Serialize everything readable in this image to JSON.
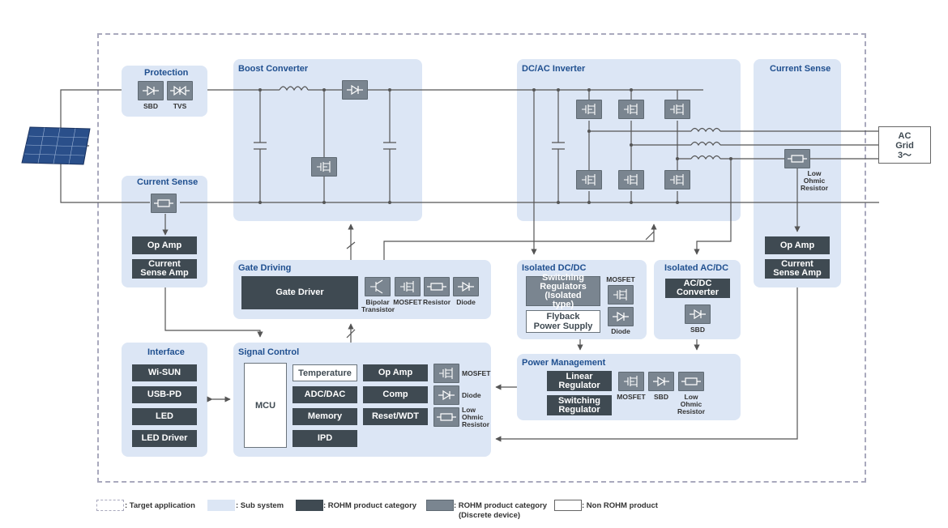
{
  "subsystems": {
    "protection": "Protection",
    "boost_converter": "Boost Converter",
    "dc_ac_inverter": "DC/AC Inverter",
    "current_sense_right": "Current Sense",
    "current_sense_left": "Current Sense",
    "gate_driving": "Gate Driving",
    "isolated_dcdc": "Isolated DC/DC",
    "isolated_acdc": "Isolated AC/DC",
    "interface": "Interface",
    "signal_control": "Signal Control",
    "power_management": "Power Management"
  },
  "protection": {
    "sbd": "SBD",
    "tvs": "TVS"
  },
  "current_sense_left": {
    "op_amp": "Op Amp",
    "cs_amp": "Current Sense Amp"
  },
  "current_sense_right": {
    "op_amp": "Op Amp",
    "cs_amp": "Current Sense Amp",
    "resistor_label": "Low Ohmic Resistor"
  },
  "ac_grid": {
    "line1": "AC",
    "line2": "Grid",
    "line3": "3～"
  },
  "gate_driving": {
    "gate_driver": "Gate Driver",
    "bipolar": "Bipolar Transistor",
    "mosfet": "MOSFET",
    "resistor": "Resistor",
    "diode": "Diode"
  },
  "isolated_dcdc": {
    "switching": "Switching Regulators (Isolated type)",
    "flyback": "Flyback Power Supply",
    "mosfet": "MOSFET",
    "diode": "Diode"
  },
  "isolated_acdc": {
    "converter": "AC/DC Converter",
    "sbd": "SBD"
  },
  "interface": {
    "items": [
      "Wi-SUN",
      "USB-PD",
      "LED",
      "LED Driver"
    ]
  },
  "signal_control": {
    "mcu": "MCU",
    "temperature": "Temperature",
    "adc_dac": "ADC/DAC",
    "memory": "Memory",
    "ipd": "IPD",
    "op_amp": "Op Amp",
    "comp": "Comp",
    "reset_wdt": "Reset/WDT",
    "mosfet": "MOSFET",
    "diode": "Diode",
    "resistor": "Low Ohmic Resistor"
  },
  "power_management": {
    "linear": "Linear Regulator",
    "switching": "Switching Regulator",
    "mosfet": "MOSFET",
    "sbd": "SBD",
    "resistor": "Low Ohmic Resistor"
  },
  "legend": {
    "target": ": Target application",
    "sub": ": Sub system",
    "rohm": ": ROHM product category",
    "rohm_discrete_1": ": ROHM product category",
    "rohm_discrete_2": "(Discrete device)",
    "non_rohm": ": Non ROHM product"
  },
  "colors": {
    "subsystem": "#dce6f5",
    "rohm": "#3f4a52",
    "discrete": "#7a8590",
    "title": "#1f4f8f",
    "wire": "#555555"
  }
}
